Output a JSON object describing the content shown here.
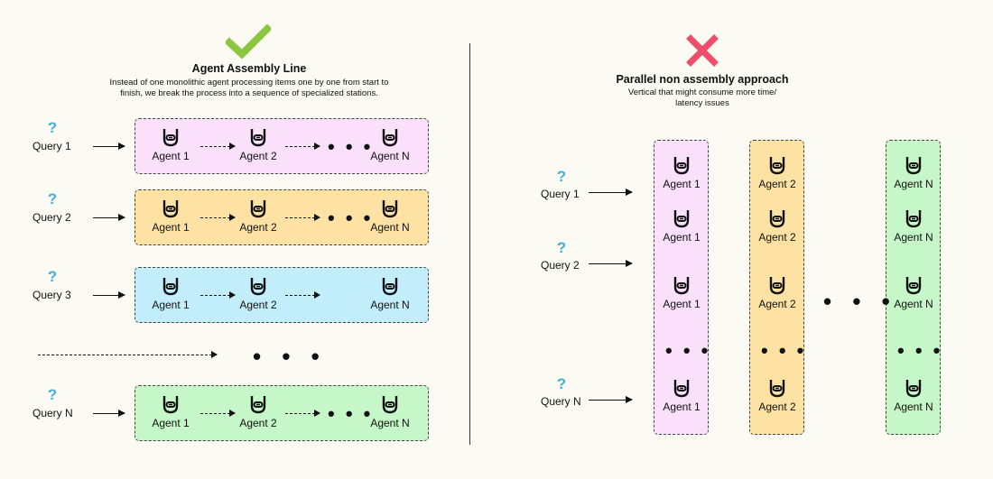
{
  "colors": {
    "background": "#fbfaf3",
    "check": "#8cc63f",
    "cross": "#ef4f6a",
    "question": "#3fb0d8",
    "pink": "#fae0fb",
    "yellow": "#fde2a4",
    "blue": "#c2eefb",
    "green": "#c6f7c8"
  },
  "left": {
    "icon": "check-icon",
    "title": "Agent Assembly Line",
    "subtitle_line1": "Instead of one monolithic agent processing items one by one from start to",
    "subtitle_line2": "finish, we break the process into a sequence of specialized stations.",
    "question_mark": "?",
    "ellipsis": "• • •",
    "rows": [
      {
        "query": "Query 1",
        "color": "pink",
        "agents": [
          "Agent 1",
          "Agent 2",
          "Agent N"
        ],
        "has_dots": true
      },
      {
        "query": "Query 2",
        "color": "yellow",
        "agents": [
          "Agent 1",
          "Agent 2",
          "Agent N"
        ],
        "has_dots": true
      },
      {
        "query": "Query 3",
        "color": "blue",
        "agents": [
          "Agent 1",
          "Agent 2",
          "Agent N"
        ],
        "has_dots": false
      },
      {
        "query": "Query N",
        "color": "green",
        "agents": [
          "Agent 1",
          "Agent 2",
          "Agent N"
        ],
        "has_dots": true
      }
    ]
  },
  "right": {
    "icon": "cross-icon",
    "title": "Parallel non assembly approach",
    "subtitle_line1": "Vertical that might consume more time/",
    "subtitle_line2": "latency issues",
    "question_mark": "?",
    "ellipsis": "• • •",
    "queries": [
      "Query 1",
      "Query 2",
      "Query N"
    ],
    "columns": [
      {
        "color": "pink",
        "agents": [
          "Agent 1",
          "Agent 1",
          "Agent 1",
          "Agent 1"
        ]
      },
      {
        "color": "yellow",
        "agents": [
          "Agent 2",
          "Agent 2",
          "Agent 2",
          "Agent 2"
        ]
      },
      {
        "color": "green",
        "agents": [
          "Agent N",
          "Agent N",
          "Agent N",
          "Agent N"
        ]
      }
    ]
  }
}
